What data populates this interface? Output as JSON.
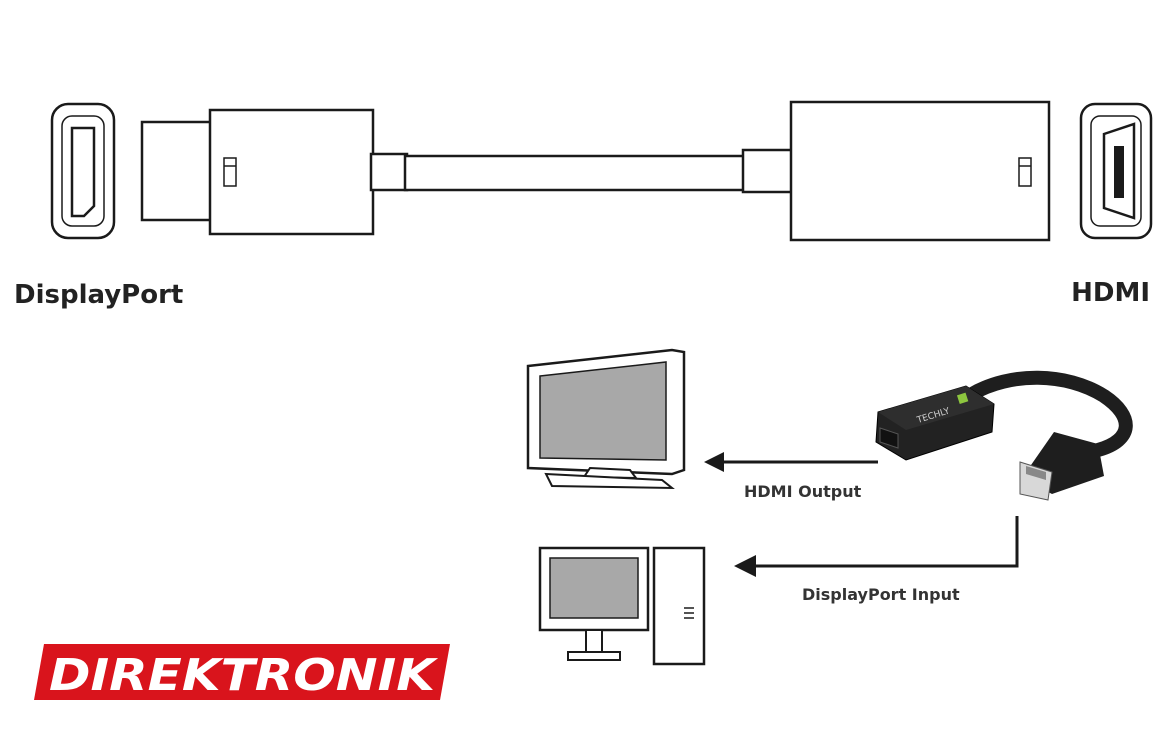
{
  "labels": {
    "displayport": "DisplayPort",
    "hdmi": "HDMI",
    "hdmi_output": "HDMI Output",
    "displayport_input": "DisplayPort Input"
  },
  "adapter": {
    "brand": "TECHLY"
  },
  "logo": {
    "text": "DIREKTRONIK",
    "color": "#d9141c"
  },
  "colors": {
    "line": "#1a1a1a",
    "screen": "#a8a8a8",
    "adapter_body": "#1e1e1e",
    "adapter_accent": "#8dc63f"
  }
}
